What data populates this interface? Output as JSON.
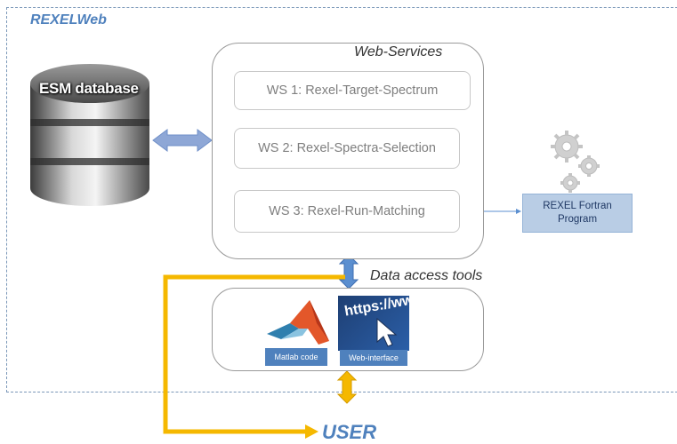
{
  "app_title": "REXELWeb",
  "database": {
    "label": "ESM database"
  },
  "web_services": {
    "title": "Web-Services",
    "items": [
      {
        "label": "WS 1: Rexel-Target-Spectrum"
      },
      {
        "label": "WS 2: Rexel-Spectra-Selection"
      },
      {
        "label": "WS 3: Rexel-Run-Matching"
      }
    ]
  },
  "fortran": {
    "line1": "REXEL Fortran",
    "line2": "Program"
  },
  "data_access": {
    "title": "Data access tools",
    "matlab_label": "Matlab code",
    "web_label": "Web-interface",
    "web_url_text": "https://www"
  },
  "user_label": "USER",
  "colors": {
    "accent_blue": "#4f81bd",
    "arrow_orange": "#f5b800",
    "light_blue": "#b9cde5",
    "arrow_blue": "#5b8fd0"
  },
  "icons": [
    "database-icon",
    "gears-icon",
    "matlab-logo-icon",
    "browser-cursor-icon"
  ]
}
